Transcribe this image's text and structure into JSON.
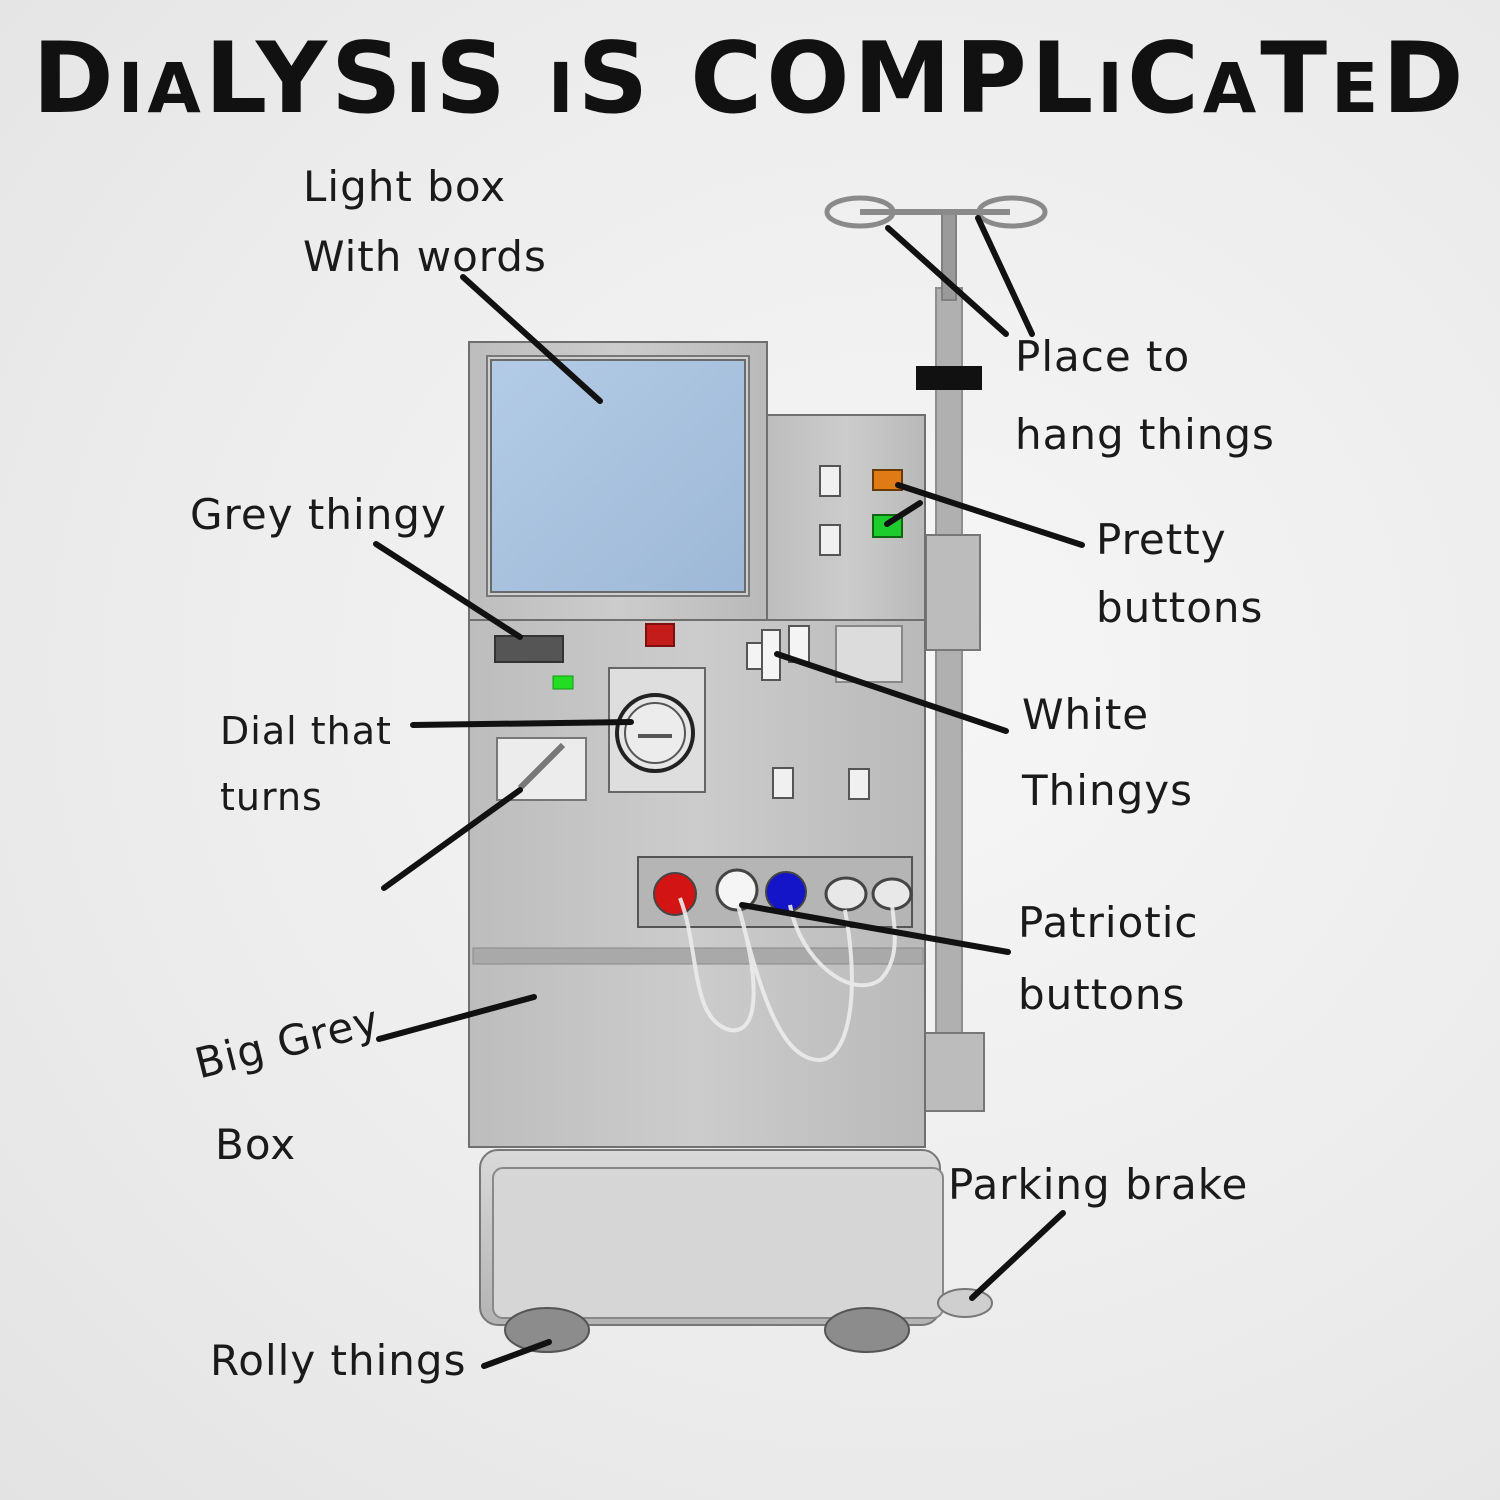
{
  "title": "DiaLYSiS iS COMPLiCaTeD",
  "labels": {
    "light_box": [
      "Light box",
      "With words"
    ],
    "grey_thingy": "Grey thingy",
    "dial": [
      "Dial that",
      "turns"
    ],
    "big_grey_box": [
      "Big Grey",
      "Box"
    ],
    "rolly": "Rolly things",
    "place_to_hang": [
      "Place to",
      "hang things"
    ],
    "pretty_buttons": [
      "Pretty",
      "buttons"
    ],
    "white_thingys": [
      "White",
      "Thingys"
    ],
    "patriotic_buttons": [
      "Patriotic",
      "buttons"
    ],
    "parking_brake": "Parking brake"
  },
  "colors": {
    "screen": "#a9c4e2",
    "machine": "#c7c7c7",
    "indicator_red": "#c41b1b",
    "indicator_green": "#22dd22",
    "button_orange": "#e07a14",
    "button_green": "#1fcc2e",
    "port_red": "#d21414",
    "port_blue": "#1414c8"
  }
}
